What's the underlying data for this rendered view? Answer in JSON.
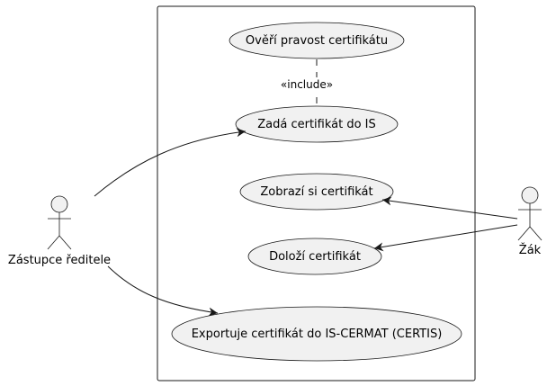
{
  "diagram": {
    "actors": {
      "deputy": {
        "label": "Zástupce ředitele"
      },
      "student": {
        "label": "Žák"
      }
    },
    "use_cases": {
      "verify": "Ověří pravost certifikátu",
      "enter": "Zadá certifikát do IS",
      "show": "Zobrazí si certifikát",
      "submit": "Doloží certifikát",
      "export": "Exportuje certifikát do IS-CERMAT (CERTIS)"
    },
    "include_label": "«include»"
  }
}
